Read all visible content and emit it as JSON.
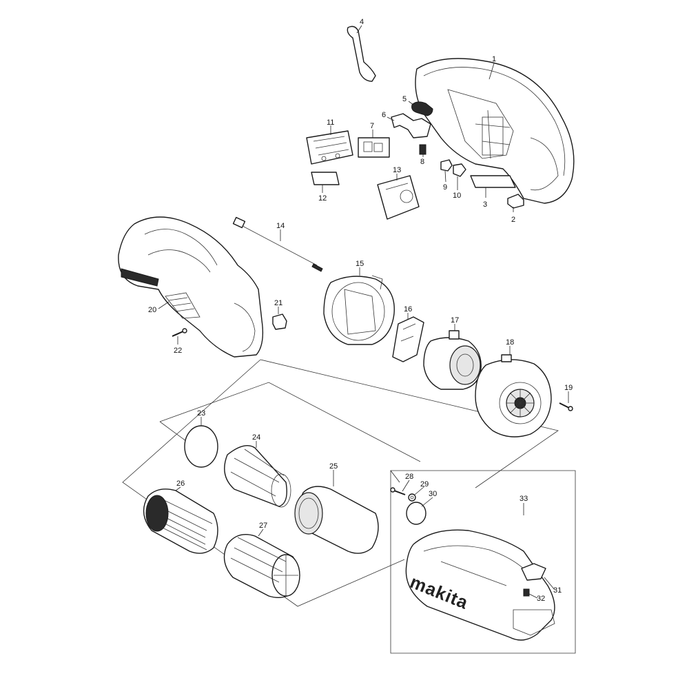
{
  "diagram": {
    "callouts": [
      {
        "id": "1",
        "label": "1"
      },
      {
        "id": "2",
        "label": "2"
      },
      {
        "id": "3",
        "label": "3"
      },
      {
        "id": "4",
        "label": "4"
      },
      {
        "id": "5",
        "label": "5"
      },
      {
        "id": "6",
        "label": "6"
      },
      {
        "id": "7",
        "label": "7"
      },
      {
        "id": "8",
        "label": "8"
      },
      {
        "id": "9",
        "label": "9"
      },
      {
        "id": "10",
        "label": "10"
      },
      {
        "id": "11",
        "label": "11"
      },
      {
        "id": "12",
        "label": "12"
      },
      {
        "id": "13",
        "label": "13"
      },
      {
        "id": "14",
        "label": "14"
      },
      {
        "id": "15",
        "label": "15"
      },
      {
        "id": "16",
        "label": "16"
      },
      {
        "id": "17",
        "label": "17"
      },
      {
        "id": "18",
        "label": "18"
      },
      {
        "id": "19",
        "label": "19"
      },
      {
        "id": "20",
        "label": "20"
      },
      {
        "id": "21",
        "label": "21"
      },
      {
        "id": "22",
        "label": "22"
      },
      {
        "id": "23",
        "label": "23"
      },
      {
        "id": "24",
        "label": "24"
      },
      {
        "id": "25",
        "label": "25"
      },
      {
        "id": "26",
        "label": "26"
      },
      {
        "id": "27",
        "label": "27"
      },
      {
        "id": "28",
        "label": "28"
      },
      {
        "id": "29",
        "label": "29"
      },
      {
        "id": "30",
        "label": "30"
      },
      {
        "id": "31",
        "label": "31"
      },
      {
        "id": "32",
        "label": "32"
      },
      {
        "id": "33",
        "label": "33"
      }
    ],
    "brand_logo": "makita"
  }
}
